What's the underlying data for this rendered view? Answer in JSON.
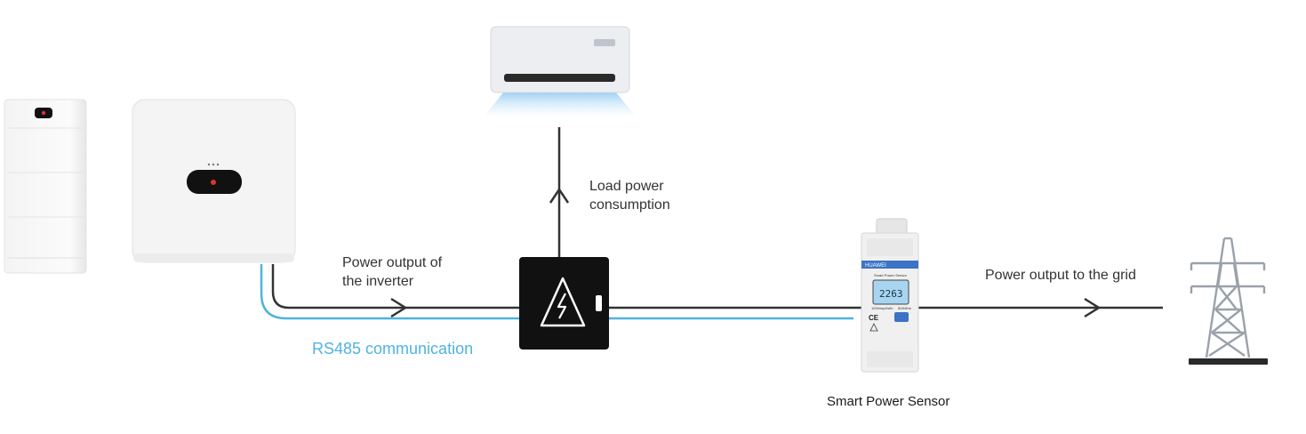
{
  "labels": {
    "load_line1": "Load power",
    "load_line2": "consumption",
    "inverter_line1": "Power output of",
    "inverter_line2": "the inverter",
    "rs485": "RS485 communication",
    "grid_output": "Power output to the grid",
    "sensor_name": "Smart Power Sensor"
  },
  "meter_display": {
    "reading": "2263",
    "brand_text": "HUAWEI",
    "model_text": "Smart Power Sensor",
    "spec_text": "1000imp/kWh",
    "freq_text": "50/60Hz",
    "ce_mark": "CE"
  },
  "colors": {
    "power_line": "#333333",
    "rs485_line": "#4fb3e0",
    "pylon": "#9aa1aa",
    "box": "#111111",
    "lcd": "#a8d4f0"
  },
  "icons": {
    "load_box": "lightning-warning-icon",
    "load": "air-conditioner-icon",
    "grid": "power-pylon-icon",
    "battery": "battery-cabinet-icon",
    "inverter": "inverter-icon"
  }
}
